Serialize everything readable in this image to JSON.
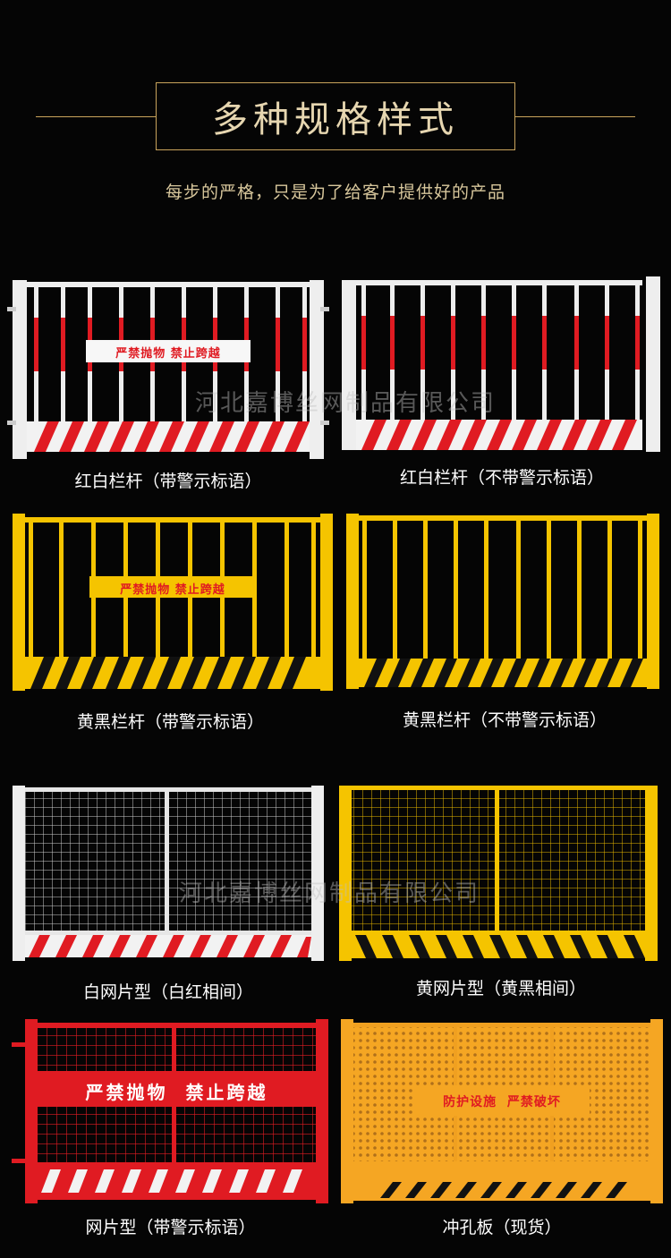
{
  "header": {
    "title": "多种规格样式",
    "subtitle": "每步的严格，只是为了给客户提供好的产品"
  },
  "watermark": "河北嘉博丝网制品有限公司",
  "colors": {
    "gold": "#c9a45c",
    "red": "#e01b22",
    "yellow": "#f5c400",
    "orange": "#f5a623",
    "black": "#111111",
    "white": "#f2f2f2"
  },
  "products": [
    {
      "caption": "红白栏杆（带警示标语）",
      "sign": "严禁抛物  禁止跨越"
    },
    {
      "caption": "红白栏杆（不带警示标语）"
    },
    {
      "caption": "黄黑栏杆（带警示标语）",
      "sign": "严禁抛物  禁止跨越"
    },
    {
      "caption": "黄黑栏杆（不带警示标语）"
    },
    {
      "caption": "白网片型（白红相间）"
    },
    {
      "caption": "黄网片型（黄黑相间）"
    },
    {
      "caption": "网片型（带警示标语）",
      "sign": "严禁抛物  禁止跨越"
    },
    {
      "caption": "冲孔板（现货）",
      "sign": "防护设施  严禁破坏"
    }
  ]
}
